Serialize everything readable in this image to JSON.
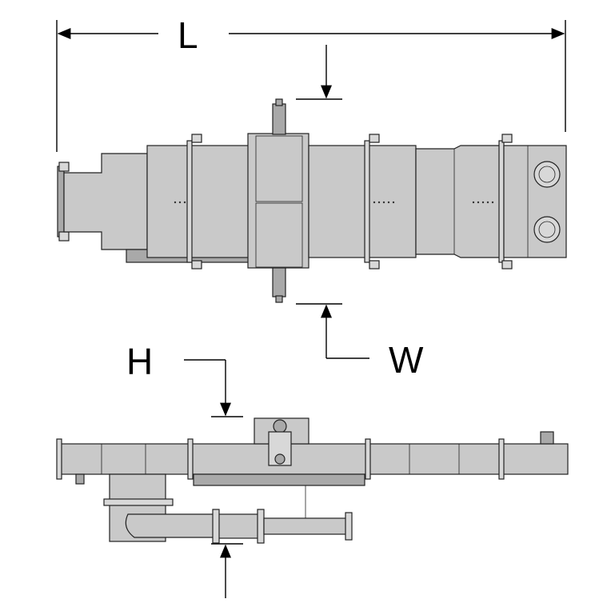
{
  "dimensions": {
    "length_label": "L",
    "width_label": "W",
    "height_label": "H"
  },
  "views": {
    "top": "top-view",
    "side": "side-view"
  },
  "colors": {
    "body": "#c9c9c9",
    "shadow": "#a9a9a9",
    "outline": "#222222",
    "arrow": "#000000"
  }
}
